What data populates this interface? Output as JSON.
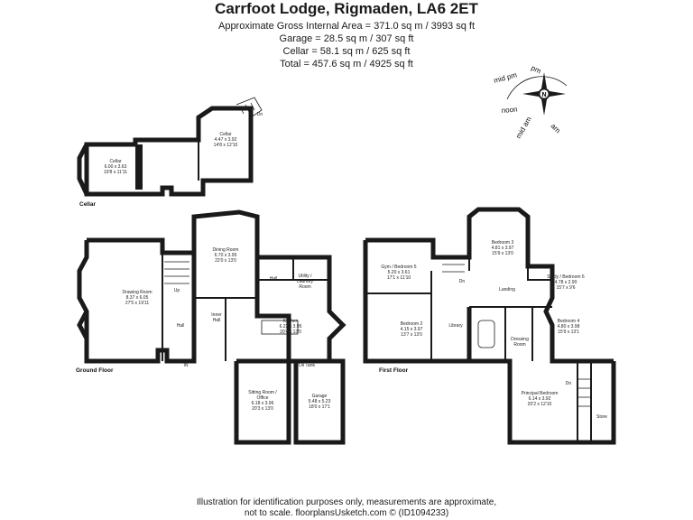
{
  "header": {
    "title": "Carrfoot Lodge, Rigmaden, LA6 2ET",
    "area_lines": [
      "Approximate Gross Internal Area = 371.0 sq m / 3993 sq ft",
      "Garage = 28.5 sq m / 307 sq ft",
      "Cellar = 58.1 sq m / 625 sq ft",
      "Total = 457.6 sq m / 4925 sq ft"
    ]
  },
  "compass": {
    "labels": [
      "pm",
      "mid pm",
      "noon",
      "mid am",
      "am"
    ],
    "north": "N"
  },
  "floors": {
    "cellar": "Cellar",
    "ground": "Ground Floor",
    "first": "First Floor"
  },
  "rooms": {
    "cellar_left": [
      "Cellar",
      "6.00 x 3.63",
      "19'8 x 11'11"
    ],
    "cellar_right": [
      "Cellar",
      "4.47 x 3.92",
      "14'8 x 12'10"
    ],
    "drawing_room": [
      "Drawing Room",
      "8.37 x 6.05",
      "27'5 x 19'11"
    ],
    "dining_room": [
      "Dining Room",
      "6.70 x 3.95",
      "22'0 x 13'0"
    ],
    "kitchen": [
      "Kitchen",
      "6.23 x 3.95",
      "20'4 x 13'0"
    ],
    "sitting_room": [
      "Sitting Room /",
      "Office",
      "6.18 x 3.96",
      "20'3 x 13'0"
    ],
    "garage": [
      "Garage",
      "5.48 x 5.23",
      "18'0 x 17'1"
    ],
    "hall": "Hall",
    "inner_hall": [
      "Inner",
      "Hall"
    ],
    "utility": [
      "Utility /",
      "Laundry",
      "Room"
    ],
    "oil_tank": "Oil Tank",
    "gym": [
      "Gym / Bedroom 5",
      "5.20 x 3.61",
      "17'1 x 11'10"
    ],
    "bedroom2": [
      "Bedroom 2",
      "4.15 x 3.97",
      "13'7 x 13'0"
    ],
    "bedroom3": [
      "Bedroom 3",
      "4.81 x 3.97",
      "15'9 x 13'0"
    ],
    "study": [
      "Study / Bedroom 6",
      "4.78 x 2.90",
      "15'7 x 9'6"
    ],
    "bedroom4": [
      "Bedroom 4",
      "4.80 x 3.98",
      "15'9 x 13'1"
    ],
    "principal": [
      "Principal Bedroom",
      "6.14 x 3.92",
      "20'2 x 12'10"
    ],
    "library": "Library",
    "landing": "Landing",
    "dressing": [
      "Dressing",
      "Room"
    ],
    "store": "Store"
  },
  "markers": {
    "dn": "Dn",
    "up": "Up",
    "in": "IN"
  },
  "footer": [
    "Illustration for identification purposes only, measurements are approximate,",
    "not to scale. floorplansUsketch.com © (ID1094233)"
  ]
}
